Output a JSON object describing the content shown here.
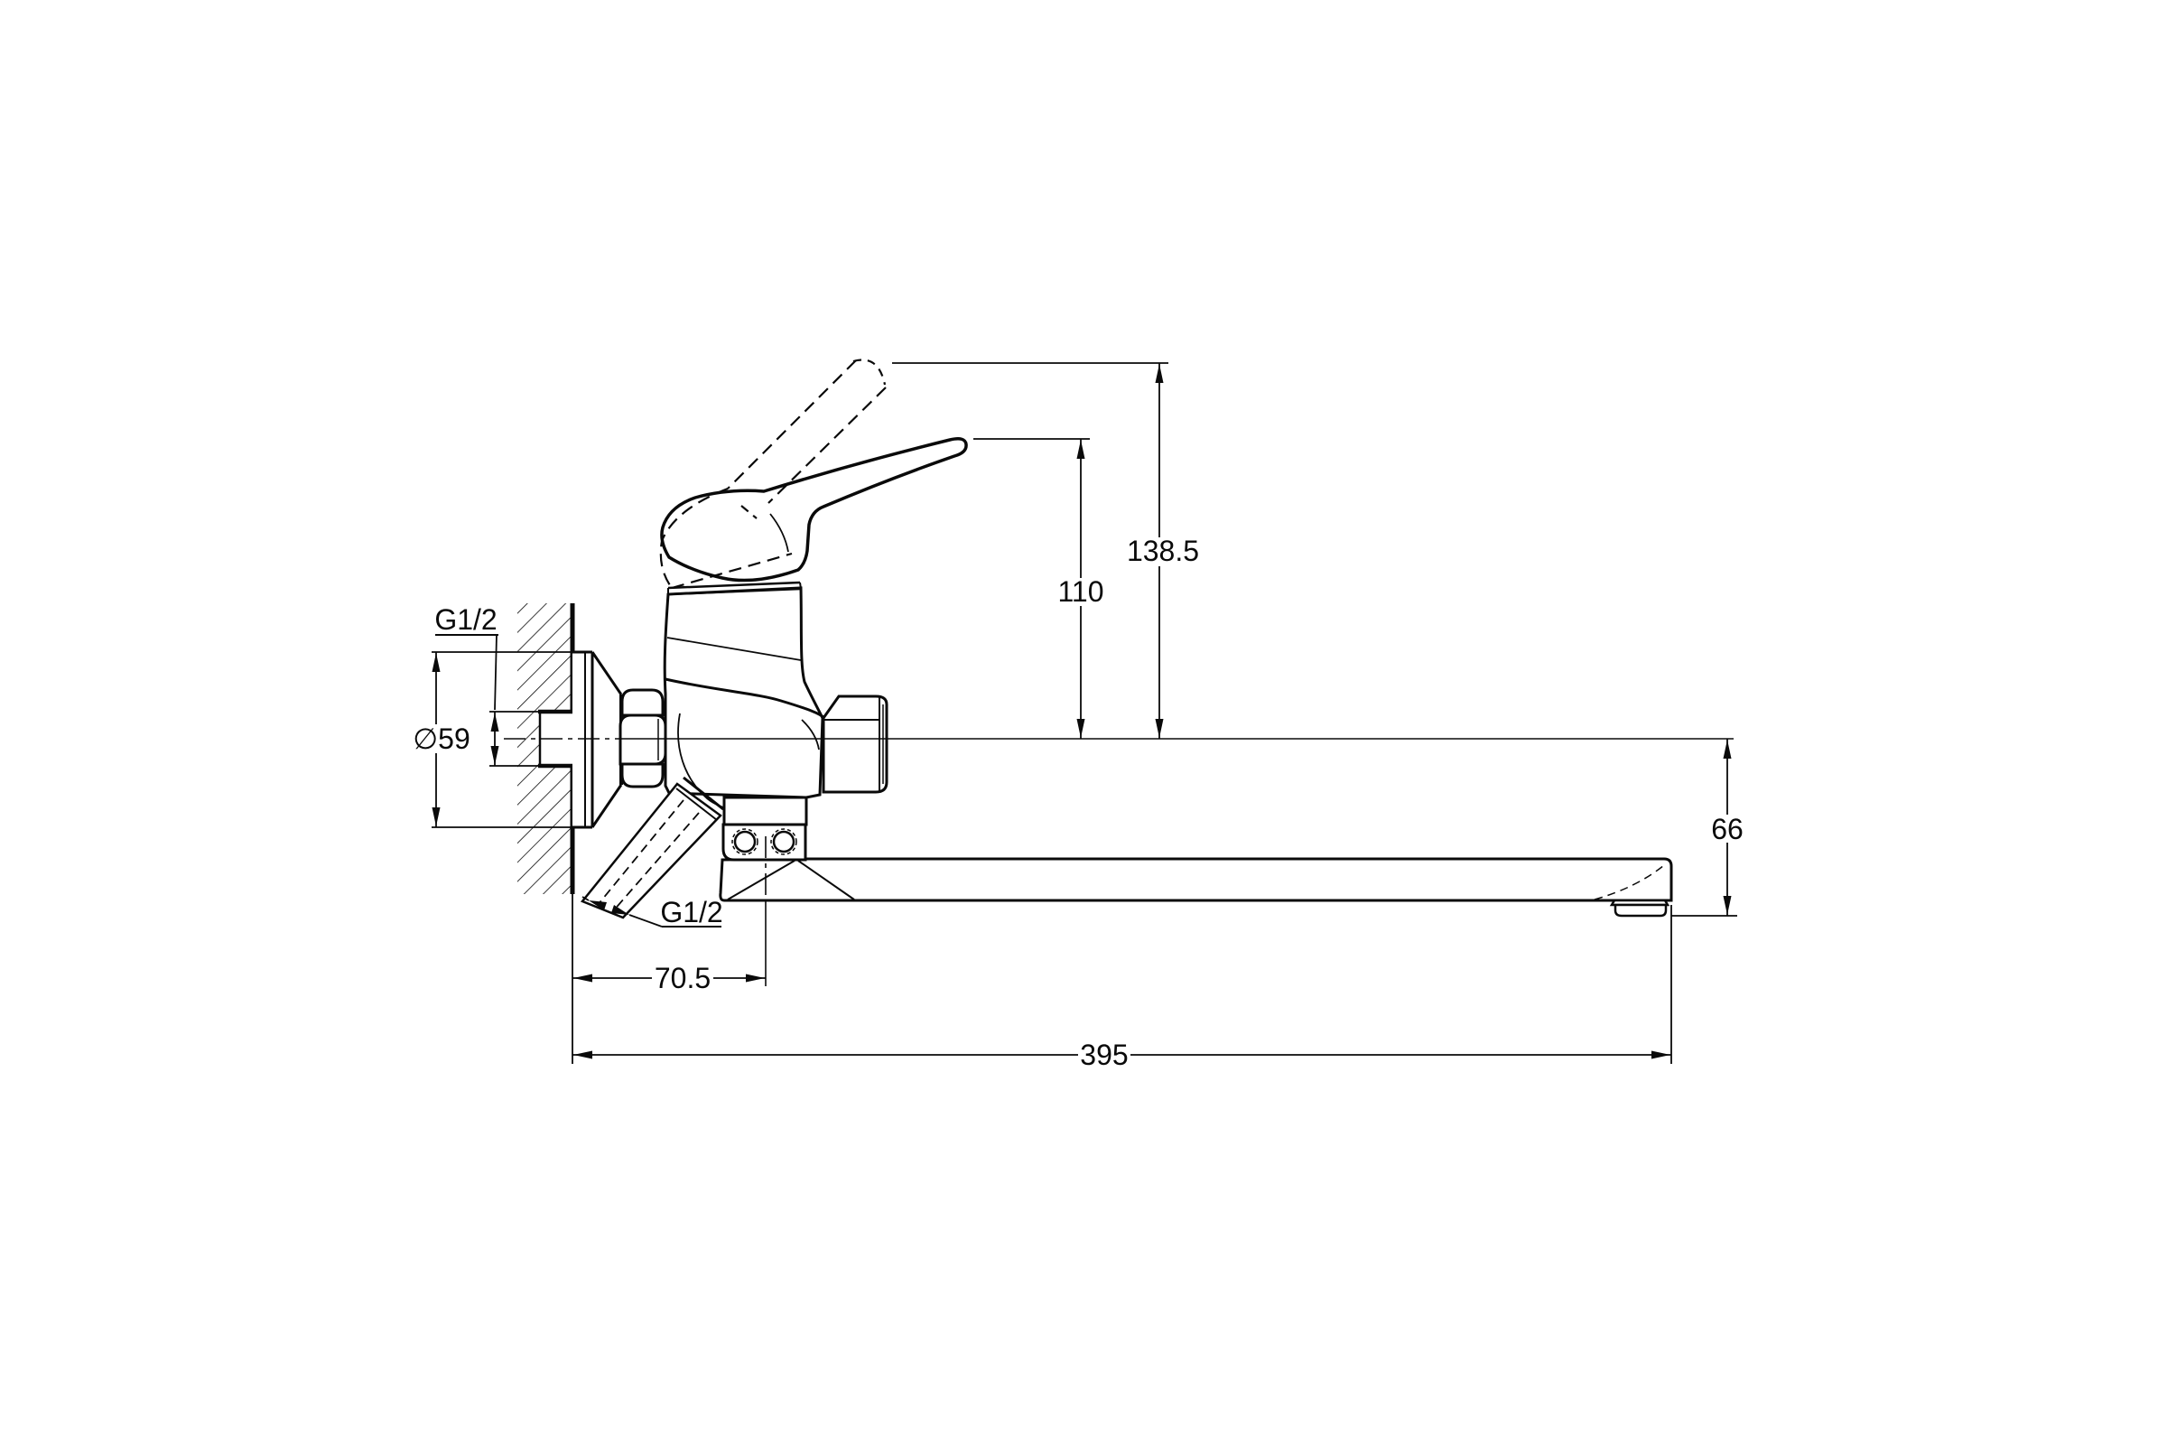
{
  "drawing": {
    "title": "wall-mounted-bath-mixer-technical-drawing",
    "line_color": "#0a0a0a",
    "background_color": "#ffffff",
    "labels": {
      "inlet_thread": "G1/2",
      "flange_diameter": "∅59",
      "shower_thread": "G1/2",
      "lever_tip_height": "110",
      "handle_top_height": "138.5",
      "spout_drop_height": "66",
      "wall_to_spout_axis": "70.5",
      "overall_length": "395"
    }
  }
}
